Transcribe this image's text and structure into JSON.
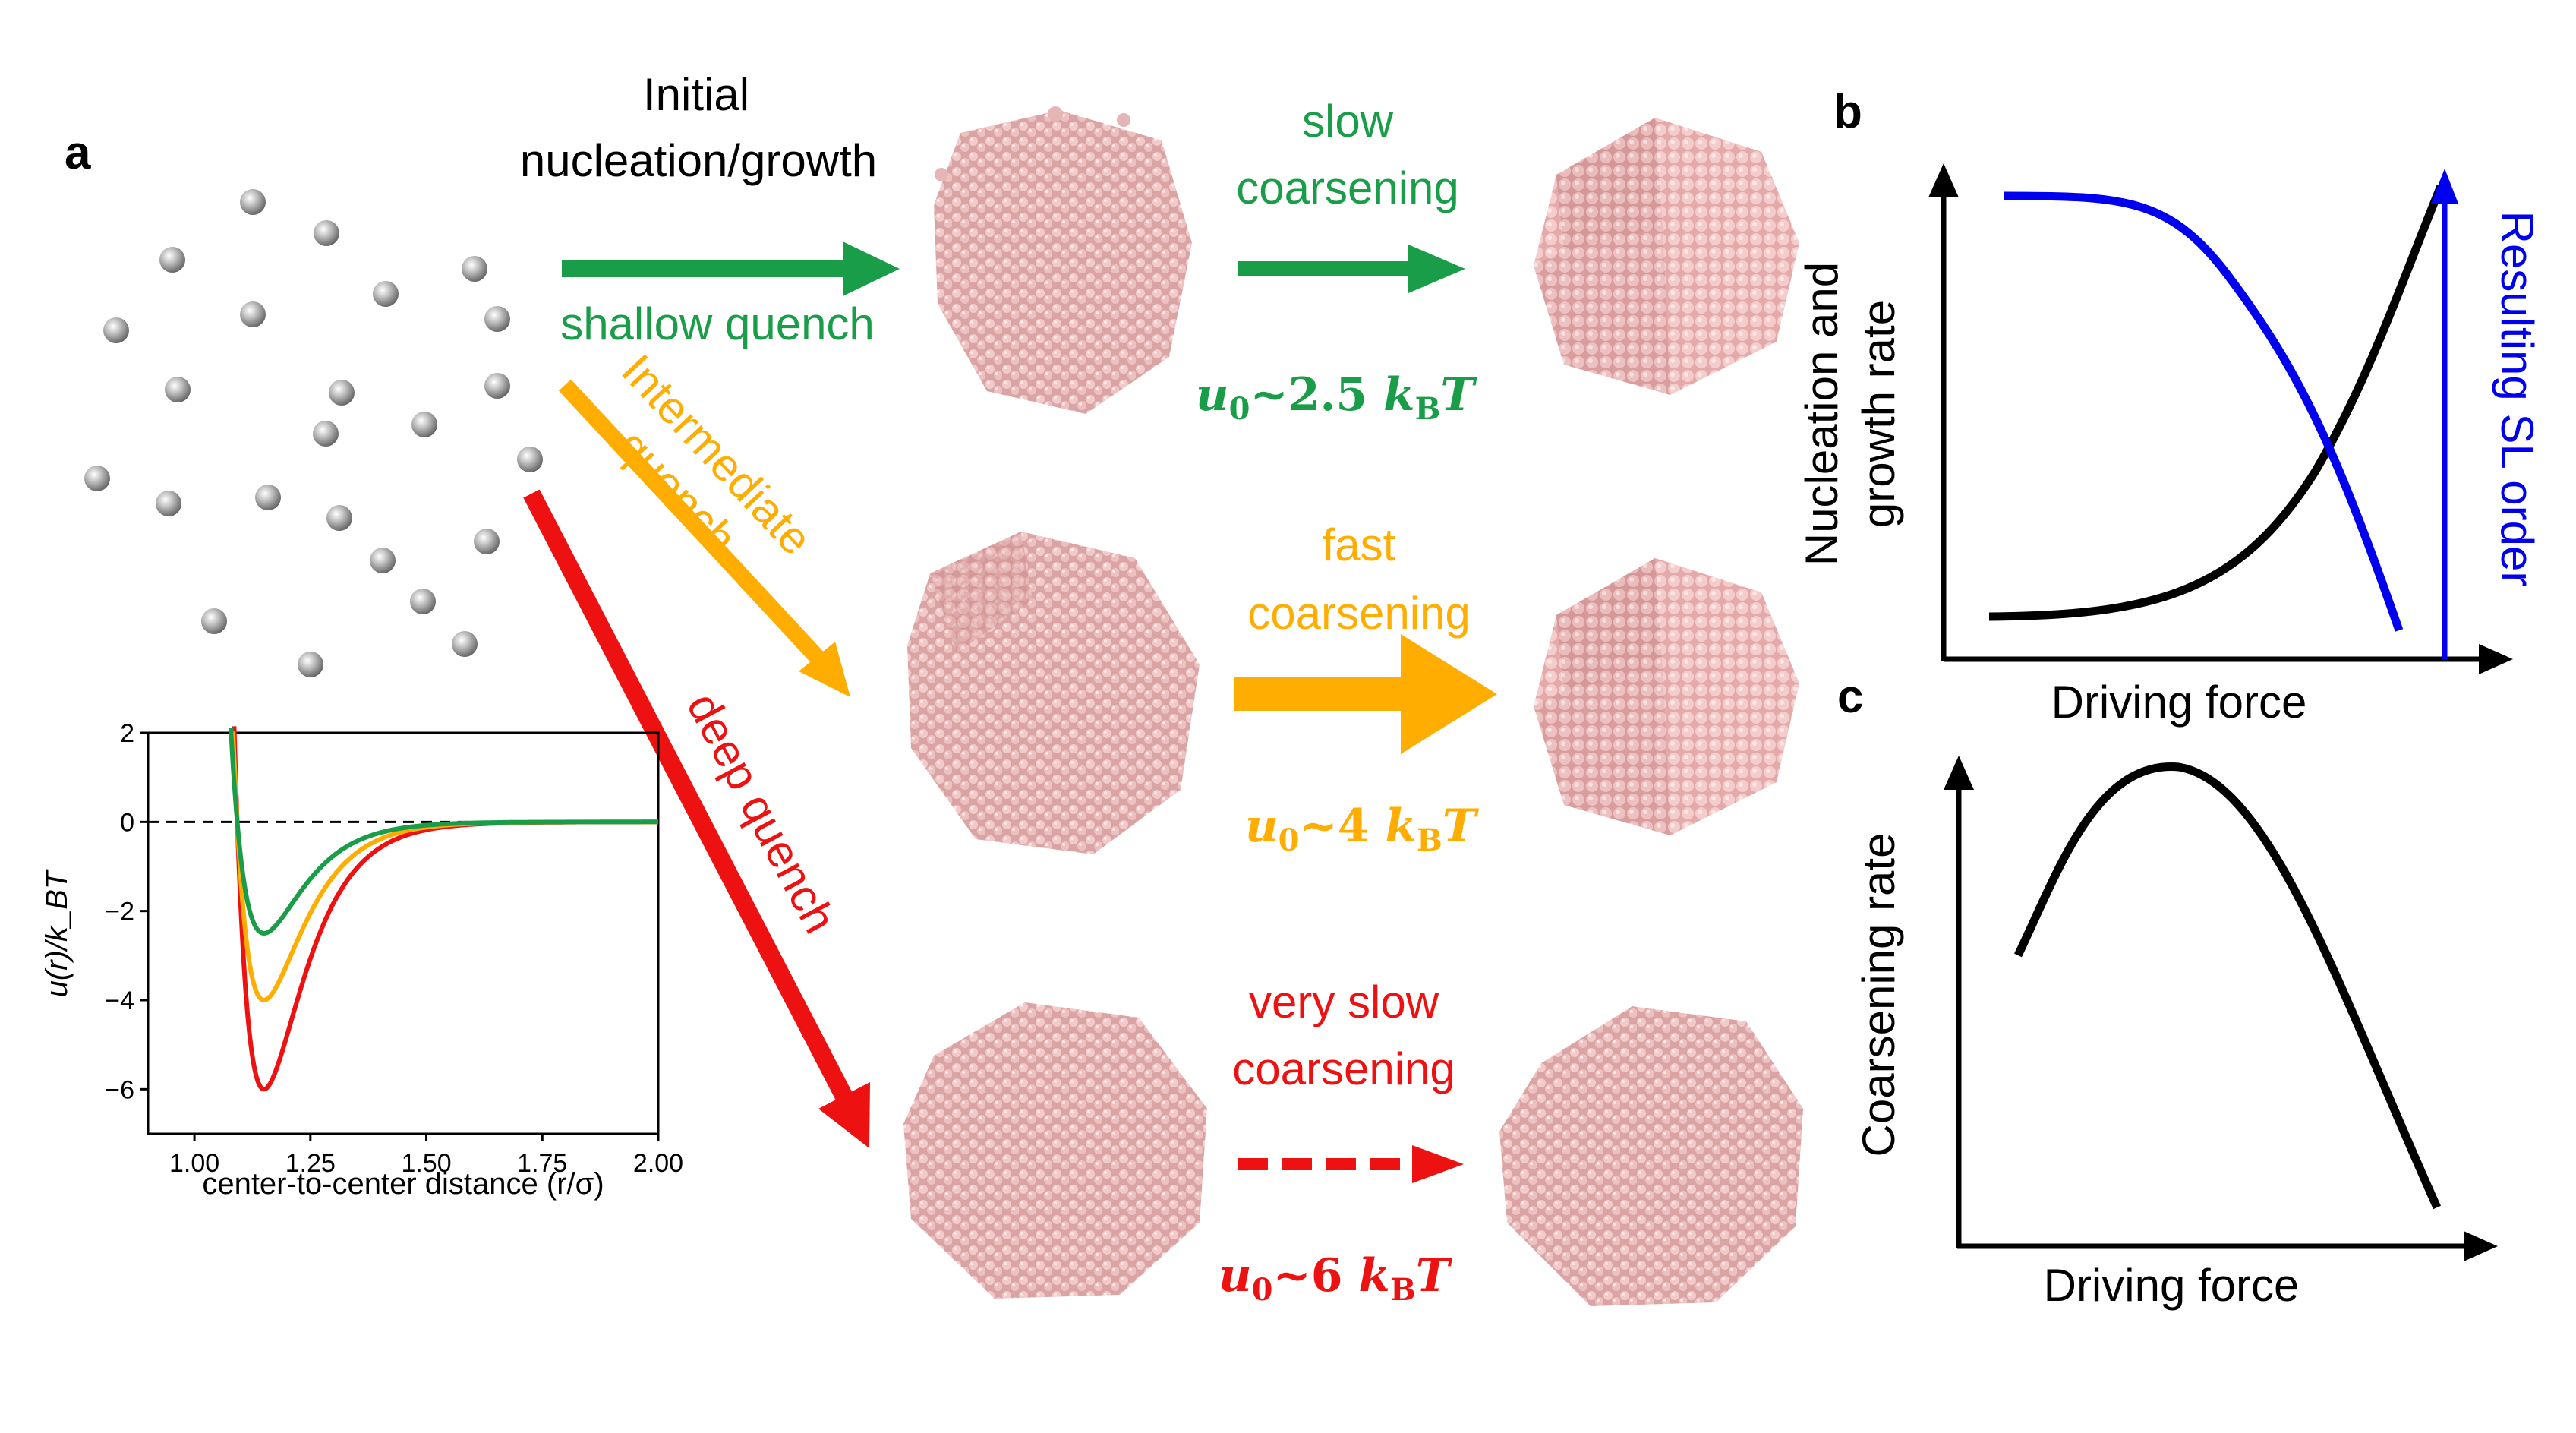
{
  "colors": {
    "green": "#1a9d48",
    "orange": "#ffad00",
    "red": "#ee1111",
    "blue": "#0000ee",
    "black": "#000000",
    "particle": "#a8a8a8",
    "crystal": "#e9b3b3"
  },
  "panel_labels": {
    "a": "a",
    "b": "b",
    "c": "c"
  },
  "panel_a": {
    "initial_label_line1": "Initial",
    "initial_label_line2": "nucleation/growth",
    "shallow_quench": "shallow quench",
    "intermediate_quench_line1": "Intermediate",
    "intermediate_quench_line2": "quench",
    "deep_quench": "deep quench",
    "slow_line1": "slow",
    "slow_line2": "coarsening",
    "fast_line1": "fast",
    "fast_line2": "coarsening",
    "very_slow_line1": "very slow",
    "very_slow_line2": "coarsening",
    "u0_shallow": "u₀~2.5 k_BT",
    "u0_intermediate": "u₀~4 k_BT",
    "u0_deep": "u₀~6 k_BT"
  },
  "inset_chart": {
    "chart_data": {
      "type": "line",
      "xlabel": "center-to-center distance (r/σ)",
      "ylabel": "u(r)/k_BT",
      "xlim": [
        0.9,
        2.0
      ],
      "ylim": [
        -7,
        2
      ],
      "xticks": [
        "1.00",
        "1.25",
        "1.50",
        "1.75",
        "2.00"
      ],
      "yticks": [
        "2",
        "0",
        "−2",
        "−4",
        "−6"
      ],
      "reference_line": {
        "y": 0,
        "style": "dashed"
      },
      "series": [
        {
          "color": "#1a9d48",
          "well_depth": -2.5,
          "minimum_x": 1.15
        },
        {
          "color": "#ffad00",
          "well_depth": -4.0,
          "minimum_x": 1.15
        },
        {
          "color": "#ee1111",
          "well_depth": -6.0,
          "minimum_x": 1.15
        }
      ]
    }
  },
  "panel_b": {
    "xlabel": "Driving force",
    "ylabel_line1": "Nucleation and",
    "ylabel_line2": "growth rate",
    "right_label": "Resulting SL order"
  },
  "panel_c": {
    "xlabel": "Driving force",
    "ylabel": "Coarsening rate"
  }
}
